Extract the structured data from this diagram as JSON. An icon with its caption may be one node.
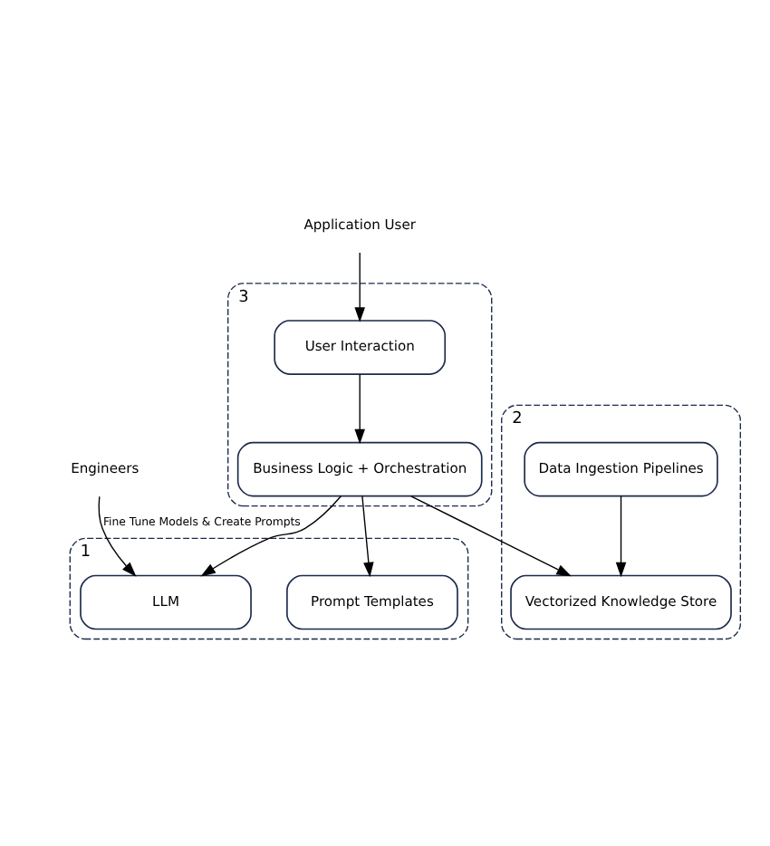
{
  "diagram": {
    "nodes": [
      {
        "text": [
          "Application User"
        ]
      },
      {
        "text": [
          "Engineers"
        ]
      },
      {
        "text": [
          "3"
        ]
      },
      {
        "text": [
          "User Interaction"
        ],
        "in": 2
      },
      {
        "text": [
          "Business Logic + Orchestration"
        ],
        "in": 2
      },
      {
        "text": [
          "1"
        ]
      },
      {
        "text": [
          "LLM"
        ],
        "in": 5
      },
      {
        "text": [
          "Prompt Templates"
        ],
        "in": 5
      },
      {
        "text": [
          "2"
        ]
      },
      {
        "text": [
          "Vectorized Knowledge Store"
        ],
        "in": 8
      },
      {
        "text": [
          "Data Ingestion Pipelines"
        ],
        "in": 8
      }
    ],
    "edges": [
      {
        "from": 0,
        "to": 3,
        "arrow": "to"
      },
      {
        "from": 3,
        "to": 4,
        "arrow": "to"
      },
      {
        "from": 4,
        "to": 6,
        "arrow": "to"
      },
      {
        "from": 1,
        "to": 6,
        "arrow": "to",
        "label": "Fine Tune Models & Create Prompts"
      },
      {
        "from": 4,
        "to": 9,
        "arrow": "to"
      },
      {
        "from": 4,
        "to": 7,
        "arrow": "to"
      },
      {
        "from": 10,
        "to": 9,
        "arrow": "to"
      }
    ]
  }
}
